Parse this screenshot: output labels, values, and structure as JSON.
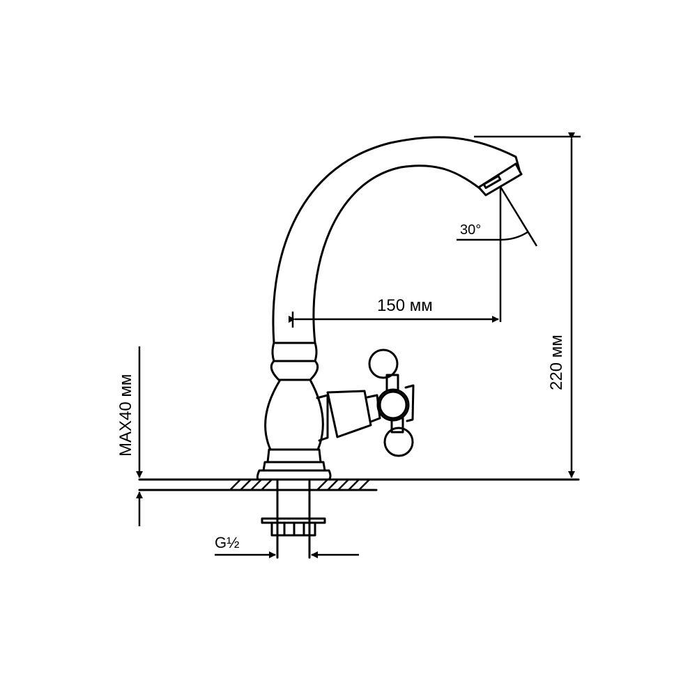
{
  "diagram": {
    "subject": "Single-hole cross-handle basin faucet technical drawing",
    "colors": {
      "line": "#000000",
      "background": "#ffffff"
    },
    "dimensions": {
      "spout_reach": "150 мм",
      "total_height": "220 мм",
      "max_countertop_thickness": "MAX40 мм",
      "thread_size": "G½",
      "spout_angle": "30°"
    }
  }
}
